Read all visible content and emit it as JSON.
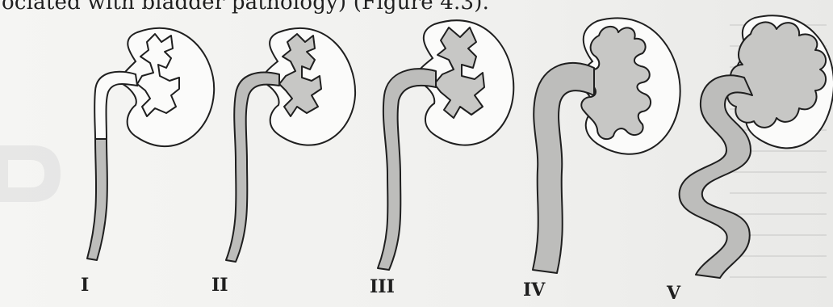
{
  "header": {
    "text": "ociated with bladder pathology) (Figure 4.3)."
  },
  "grades": [
    {
      "label": "I"
    },
    {
      "label": "II"
    },
    {
      "label": "III"
    },
    {
      "label": "IV"
    },
    {
      "label": "V"
    }
  ],
  "colors": {
    "outline": "#1f1f1f",
    "dilated_fill": "#c7c7c5",
    "kidney_fill": "#fbfbfa",
    "background": "#f3f3f1"
  }
}
